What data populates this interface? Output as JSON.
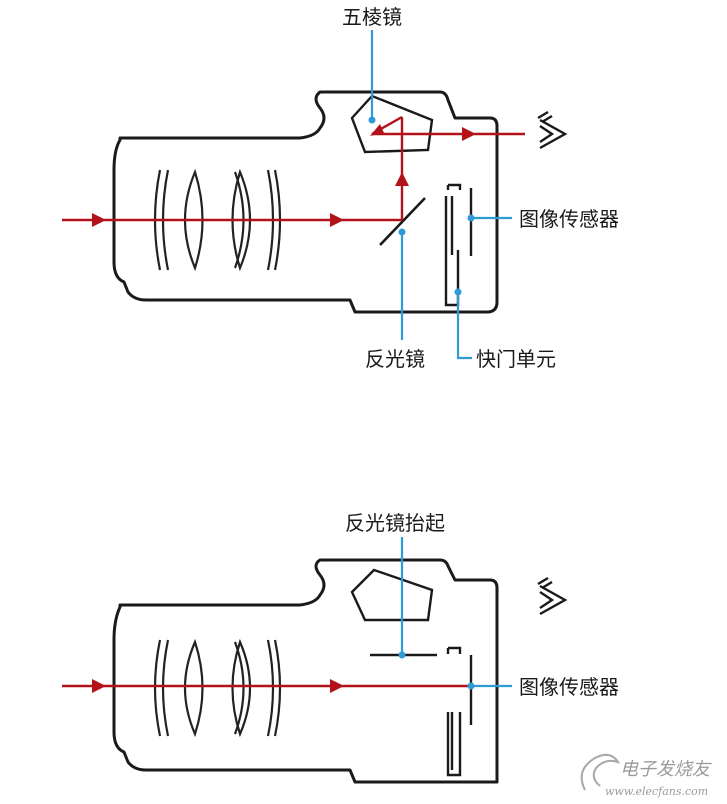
{
  "labels": {
    "pentaprism": "五棱镜",
    "image_sensor_top": "图像传感器",
    "reflex_mirror": "反光镜",
    "shutter_unit": "快门单元",
    "mirror_raised": "反光镜抬起",
    "image_sensor_bottom": "图像传感器"
  },
  "watermark": {
    "text": "电子发烧友",
    "domain": "www.elecfans.com"
  },
  "colors": {
    "light_path": "#b3121b",
    "leader_line": "#2e9bd6",
    "outline": "#1a1a1a"
  }
}
